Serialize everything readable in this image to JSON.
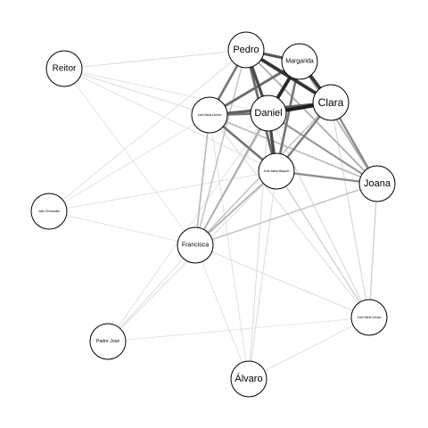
{
  "nodes": [
    {
      "id": "pedro",
      "label": "Pedro"
    },
    {
      "id": "margarida",
      "label": "Margarida"
    },
    {
      "id": "clara",
      "label": "Clara"
    },
    {
      "id": "daniel",
      "label": "Daniel"
    },
    {
      "id": "jose-maria-dornes",
      "label": "José Maria Dornes"
    },
    {
      "id": "jose-maria-baquim",
      "label": "José Maria Baquim"
    },
    {
      "id": "joana",
      "label": "Joana"
    },
    {
      "id": "reitor",
      "label": "Reitor"
    },
    {
      "id": "julio-fernandes",
      "label": "Júlio Fernandes"
    },
    {
      "id": "francisca",
      "label": "Francisca"
    },
    {
      "id": "jose-maria-crespo",
      "label": "José Maria Crespo"
    },
    {
      "id": "padre-jose",
      "label": "Padre José"
    },
    {
      "id": "alvaro",
      "label": "Álvaro"
    }
  ],
  "edges": [
    {
      "source": "pedro",
      "target": "margarida",
      "weight": 0.7
    },
    {
      "source": "pedro",
      "target": "clara",
      "weight": 0.85
    },
    {
      "source": "pedro",
      "target": "daniel",
      "weight": 0.75
    },
    {
      "source": "pedro",
      "target": "jose-maria-dornes",
      "weight": 0.55
    },
    {
      "source": "pedro",
      "target": "jose-maria-baquim",
      "weight": 0.6
    },
    {
      "source": "pedro",
      "target": "joana",
      "weight": 0.3
    },
    {
      "source": "pedro",
      "target": "reitor",
      "weight": 0.08
    },
    {
      "source": "pedro",
      "target": "francisca",
      "weight": 0.2
    },
    {
      "source": "margarida",
      "target": "clara",
      "weight": 0.85
    },
    {
      "source": "margarida",
      "target": "daniel",
      "weight": 0.9
    },
    {
      "source": "margarida",
      "target": "jose-maria-dornes",
      "weight": 0.6
    },
    {
      "source": "margarida",
      "target": "jose-maria-baquim",
      "weight": 0.55
    },
    {
      "source": "margarida",
      "target": "joana",
      "weight": 0.3
    },
    {
      "source": "clara",
      "target": "daniel",
      "weight": 0.95
    },
    {
      "source": "clara",
      "target": "jose-maria-dornes",
      "weight": 0.65
    },
    {
      "source": "clara",
      "target": "jose-maria-baquim",
      "weight": 0.5
    },
    {
      "source": "clara",
      "target": "joana",
      "weight": 0.45
    },
    {
      "source": "clara",
      "target": "francisca",
      "weight": 0.2
    },
    {
      "source": "daniel",
      "target": "jose-maria-dornes",
      "weight": 0.55
    },
    {
      "source": "daniel",
      "target": "jose-maria-baquim",
      "weight": 0.75
    },
    {
      "source": "daniel",
      "target": "joana",
      "weight": 0.4
    },
    {
      "source": "daniel",
      "target": "francisca",
      "weight": 0.3
    },
    {
      "source": "jose-maria-dornes",
      "target": "jose-maria-baquim",
      "weight": 0.55
    },
    {
      "source": "jose-maria-dornes",
      "target": "francisca",
      "weight": 0.25
    },
    {
      "source": "jose-maria-dornes",
      "target": "joana",
      "weight": 0.25
    },
    {
      "source": "jose-maria-baquim",
      "target": "joana",
      "weight": 0.45
    },
    {
      "source": "jose-maria-baquim",
      "target": "francisca",
      "weight": 0.3
    },
    {
      "source": "jose-maria-baquim",
      "target": "jose-maria-crespo",
      "weight": 0.15
    },
    {
      "source": "jose-maria-baquim",
      "target": "alvaro",
      "weight": 0.08
    },
    {
      "source": "jose-maria-baquim",
      "target": "padre-jose",
      "weight": 0.08
    },
    {
      "source": "joana",
      "target": "francisca",
      "weight": 0.2
    },
    {
      "source": "joana",
      "target": "jose-maria-crespo",
      "weight": 0.15
    },
    {
      "source": "reitor",
      "target": "jose-maria-dornes",
      "weight": 0.08
    },
    {
      "source": "reitor",
      "target": "daniel",
      "weight": 0.06
    },
    {
      "source": "reitor",
      "target": "jose-maria-baquim",
      "weight": 0.06
    },
    {
      "source": "reitor",
      "target": "francisca",
      "weight": 0.05
    },
    {
      "source": "julio-fernandes",
      "target": "pedro",
      "weight": 0.06
    },
    {
      "source": "julio-fernandes",
      "target": "jose-maria-dornes",
      "weight": 0.06
    },
    {
      "source": "julio-fernandes",
      "target": "jose-maria-baquim",
      "weight": 0.06
    },
    {
      "source": "julio-fernandes",
      "target": "francisca",
      "weight": 0.05
    },
    {
      "source": "francisca",
      "target": "margarida",
      "weight": 0.18
    },
    {
      "source": "francisca",
      "target": "jose-maria-crespo",
      "weight": 0.08
    },
    {
      "source": "padre-jose",
      "target": "francisca",
      "weight": 0.08
    },
    {
      "source": "padre-jose",
      "target": "daniel",
      "weight": 0.06
    },
    {
      "source": "padre-jose",
      "target": "jose-maria-crespo",
      "weight": 0.05
    },
    {
      "source": "alvaro",
      "target": "jose-maria-dornes",
      "weight": 0.06
    },
    {
      "source": "alvaro",
      "target": "daniel",
      "weight": 0.08
    },
    {
      "source": "alvaro",
      "target": "jose-maria-crespo",
      "weight": 0.06
    },
    {
      "source": "alvaro",
      "target": "francisca",
      "weight": 0.06
    },
    {
      "source": "jose-maria-crespo",
      "target": "clara",
      "weight": 0.1
    },
    {
      "source": "jose-maria-crespo",
      "target": "daniel",
      "weight": 0.1
    },
    {
      "source": "jose-maria-crespo",
      "target": "jose-maria-dornes",
      "weight": 0.08
    }
  ]
}
